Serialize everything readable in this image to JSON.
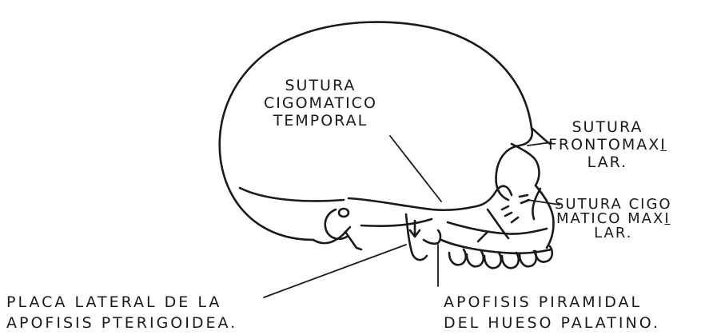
{
  "labels": {
    "sutura_cigomatico_temporal": [
      "SUTURA",
      "CIGOMATICO",
      "TEMPORAL"
    ],
    "sutura_frontomaxilar": {
      "line1": "SUTURA",
      "line2_a": "FRONTOMAX",
      "line2_b": "I",
      "line3": "LAR."
    },
    "sutura_cigomatico_maxilar": {
      "line1": "SUTURA CIGO",
      "line2_a": "MATICO MAX",
      "line2_b": "I",
      "line3": "LAR."
    },
    "placa_lateral": [
      "PLACA LATERAL DE LA",
      "APOFISIS PTERIGOIDEA."
    ],
    "apofisis_piramidal": [
      "APOFISIS PIRAMIDAL",
      "DEL HUESO PALATINO."
    ]
  },
  "colors": {
    "ink": "#1a1a1a",
    "paper": "#ffffff"
  }
}
